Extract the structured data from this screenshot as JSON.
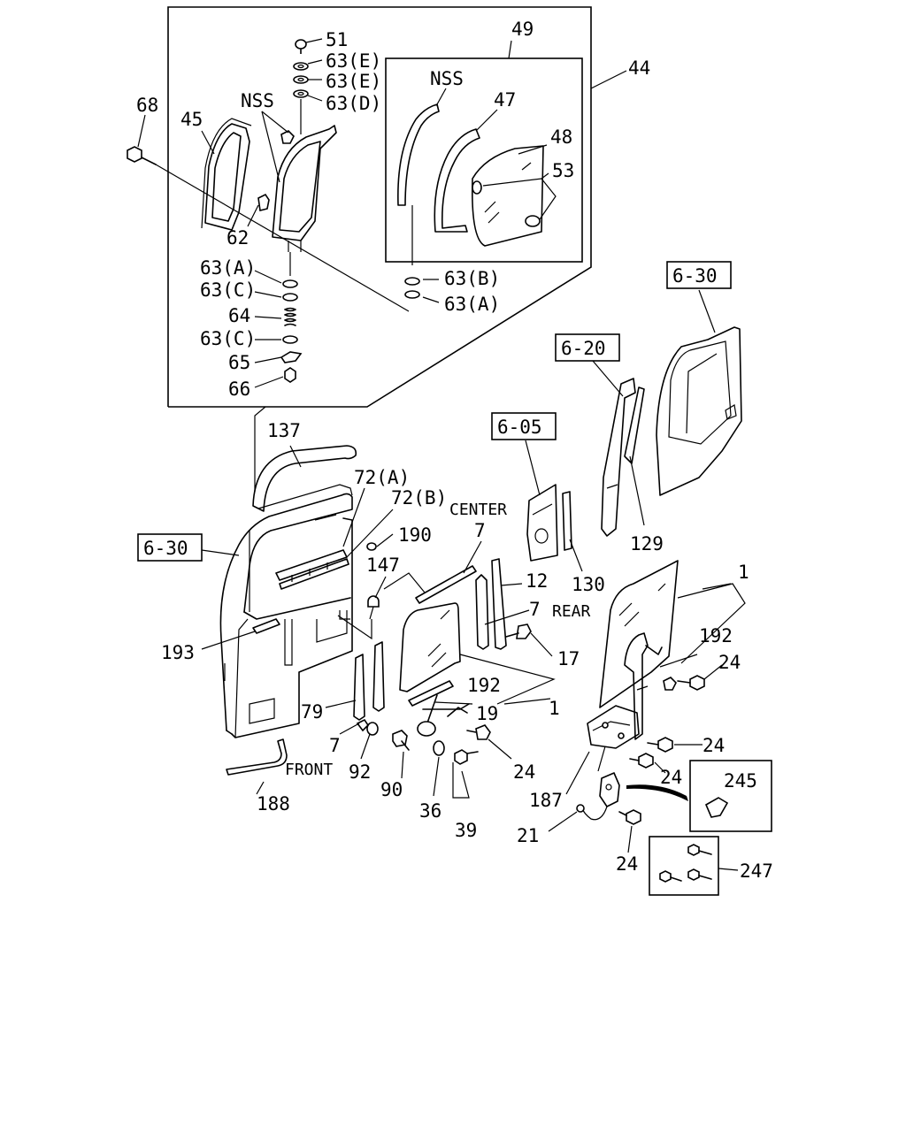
{
  "labels": {
    "l51": "51",
    "l63E1": "63(E)",
    "l63E2": "63(E)",
    "l63D": "63(D)",
    "l49": "49",
    "l44": "44",
    "l68": "68",
    "l45": "45",
    "lNSS1": "NSS",
    "lNSS2": "NSS",
    "l47": "47",
    "l48": "48",
    "l53": "53",
    "l62": "62",
    "l63A1": "63(A)",
    "l63C1": "63(C)",
    "l64": "64",
    "l63C2": "63(C)",
    "l65": "65",
    "l66": "66",
    "l63B": "63(B)",
    "l63A2": "63(A)",
    "l630a": "6-30",
    "l620": "6-20",
    "l605": "6-05",
    "l137": "137",
    "l72A": "72(A)",
    "l72B": "72(B)",
    "lCENTER": "CENTER",
    "l190": "190",
    "l7a": "7",
    "l630b": "6-30",
    "l147": "147",
    "l12": "12",
    "l130": "130",
    "l129": "129",
    "l7b": "7",
    "lREAR": "REAR",
    "l1a": "1",
    "l192a": "192",
    "l24a": "24",
    "l17": "17",
    "l193": "193",
    "l192b": "192",
    "l1b": "1",
    "l79": "79",
    "l19": "19",
    "l24b": "24",
    "l7c": "7",
    "l92": "92",
    "lFRONT": "FRONT",
    "l90": "90",
    "l24c": "24",
    "l24d": "24",
    "l245": "245",
    "l188": "188",
    "l36": "36",
    "l187": "187",
    "l39": "39",
    "l21": "21",
    "l24e": "24",
    "l247": "247"
  }
}
